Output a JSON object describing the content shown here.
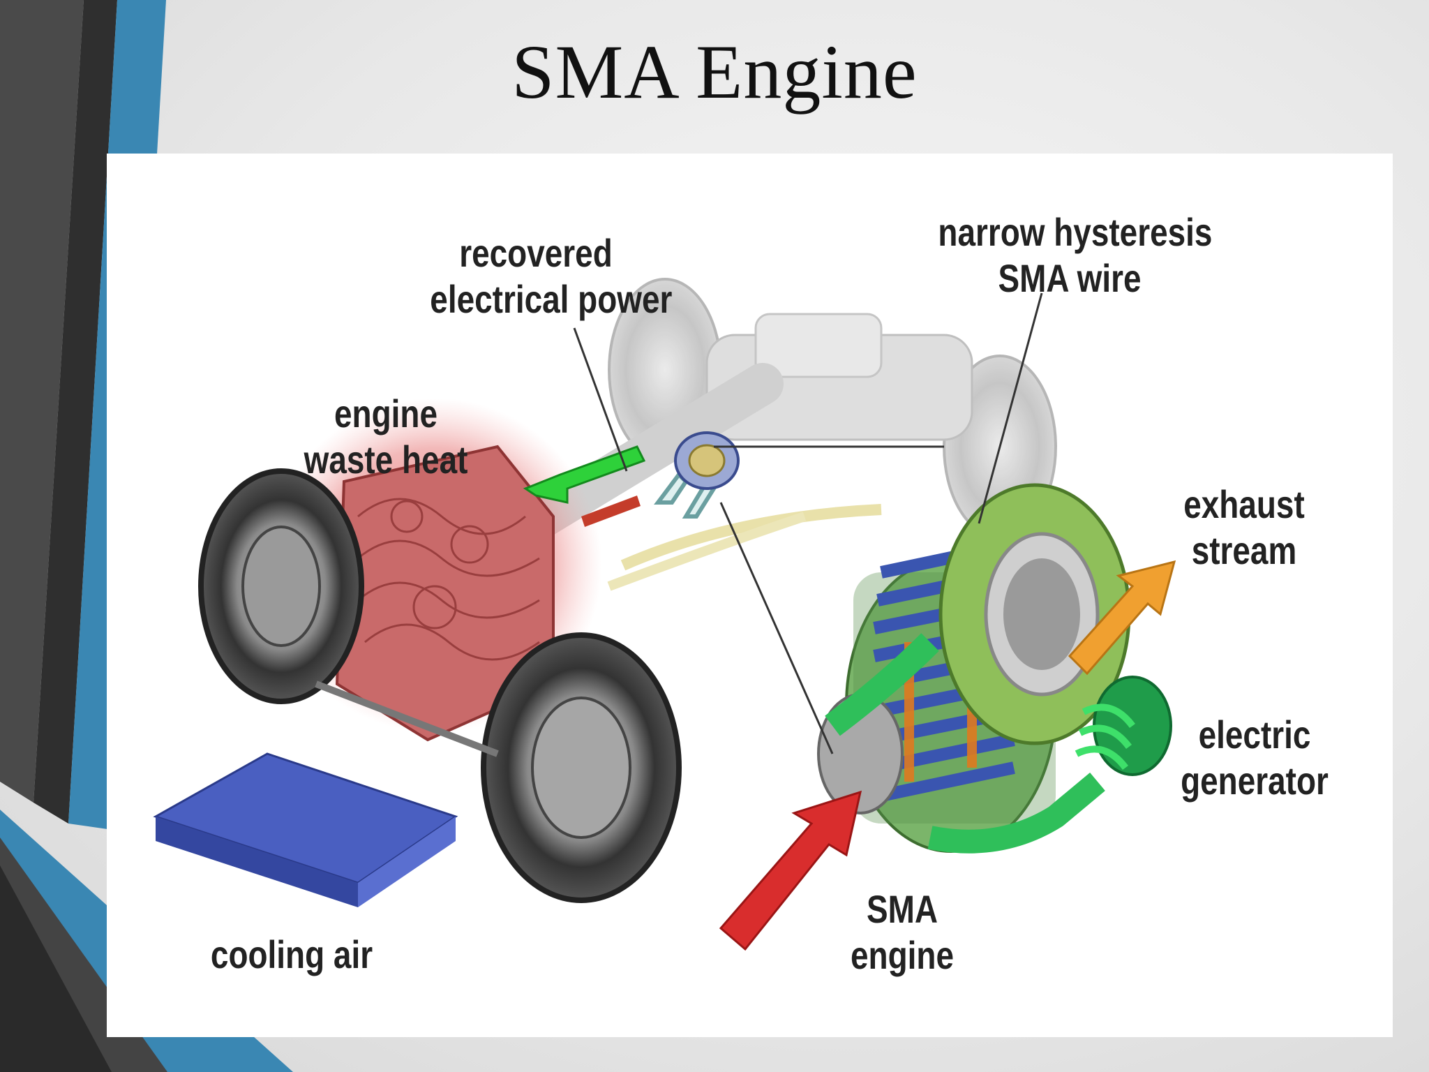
{
  "slide": {
    "title": "SMA Engine"
  },
  "diagram": {
    "labels": {
      "recovered_power": [
        "recovered",
        "electrical power"
      ],
      "hysteresis_wire": [
        "narrow hysteresis",
        "SMA wire"
      ],
      "waste_heat": [
        "engine",
        "waste heat"
      ],
      "exhaust": [
        "exhaust",
        "stream"
      ],
      "generator": [
        "electric",
        "generator"
      ],
      "sma_engine": [
        "SMA",
        "engine"
      ],
      "cooling_air": [
        "cooling air"
      ]
    }
  },
  "colors": {
    "accent_blue": "#3a87b3",
    "accent_dark": "#3c3c3c",
    "heat_red": "#d9534f",
    "cooling_blue": "#4a5fc1",
    "generator_green": "#2fbf5a",
    "exhaust_orange": "#f0a030"
  }
}
